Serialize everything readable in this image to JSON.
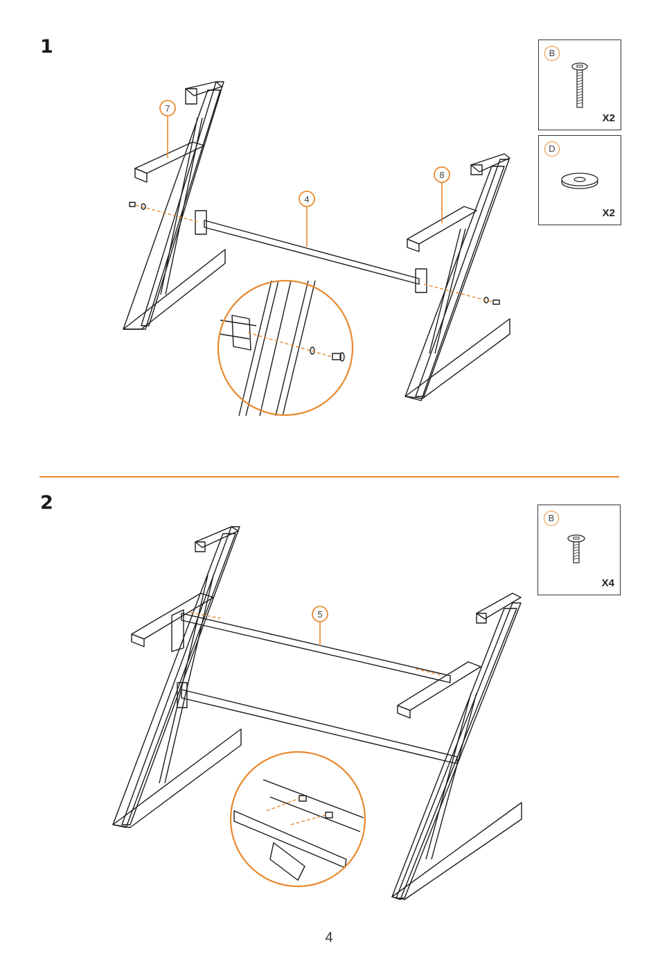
{
  "page_number": "4",
  "colors": {
    "accent": "#e8892e",
    "line": "#1a1a1a"
  },
  "steps": [
    {
      "number": "1",
      "callouts": [
        "7",
        "8",
        "4"
      ],
      "parts": [
        {
          "letter": "B",
          "qty": "X2",
          "icon": "bolt-long-icon"
        },
        {
          "letter": "D",
          "qty": "X2",
          "icon": "washer-icon"
        }
      ]
    },
    {
      "number": "2",
      "callouts": [
        "5"
      ],
      "parts": [
        {
          "letter": "B",
          "qty": "X4",
          "icon": "bolt-short-icon"
        }
      ]
    }
  ]
}
